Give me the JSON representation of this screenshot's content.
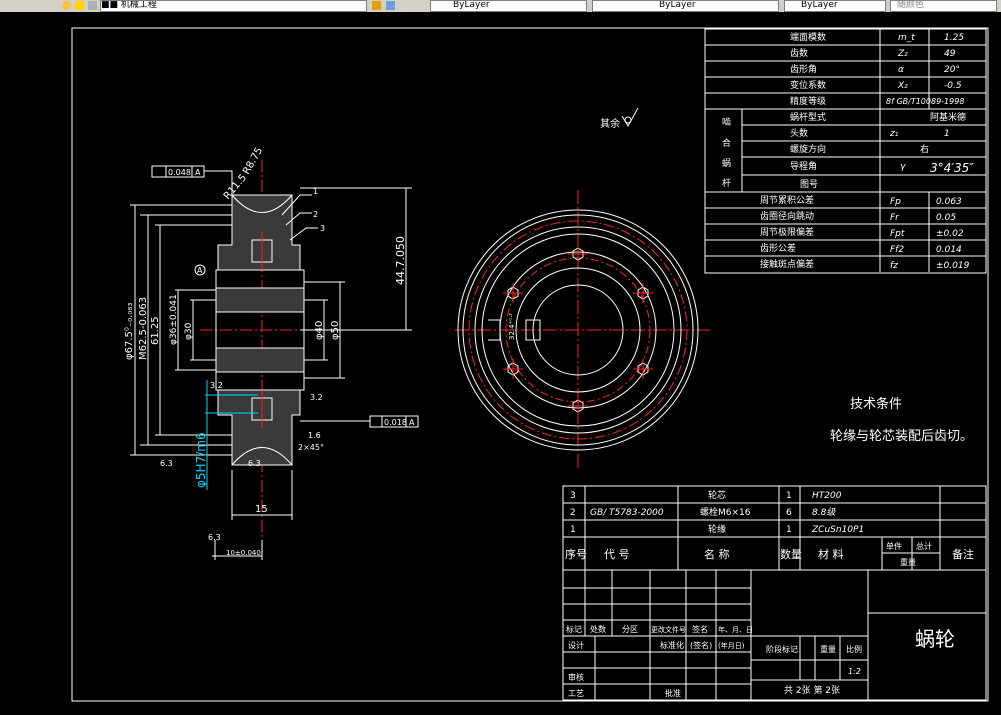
{
  "toolbar": {
    "layer_combo": "■■ 机械工程",
    "linetype_combo": "ByLayer",
    "lineweight_combo": "ByLayer",
    "color_combo": "ByLayer",
    "plot_combo": "随颜色"
  },
  "params": {
    "rows": [
      {
        "name": "端面模数",
        "sym": "m_t",
        "val": "1.25"
      },
      {
        "name": "齿数",
        "sym": "Z₂",
        "val": "49"
      },
      {
        "name": "齿形角",
        "sym": "α",
        "val": "20°"
      },
      {
        "name": "变位系数",
        "sym": "X₂",
        "val": "-0.5"
      },
      {
        "name": "精度等级",
        "sym": "",
        "val": "8f GB/T10089-1998"
      }
    ],
    "mesh_group": "啮合蜗杆",
    "mesh_chars": [
      "啮",
      "合",
      "蜗",
      "杆"
    ],
    "mesh_rows": [
      {
        "name": "蜗杆型式",
        "sym": "",
        "val": "阿基米德"
      },
      {
        "name": "头数",
        "sym": "z₁",
        "val": "1"
      },
      {
        "name": "螺旋方向",
        "sym": "",
        "val": "右"
      },
      {
        "name": "导程角",
        "sym": "γ",
        "val": "3°4′35″"
      },
      {
        "name": "图号",
        "sym": "",
        "val": ""
      }
    ],
    "tol_rows": [
      {
        "name": "周节累积公差",
        "sym": "Fp",
        "val": "0.063"
      },
      {
        "name": "齿圈径向跳动",
        "sym": "Fr",
        "val": "0.05"
      },
      {
        "name": "周节极限偏差",
        "sym": "Fpt",
        "val": "±0.02"
      },
      {
        "name": "齿形公差",
        "sym": "Ff2",
        "val": "0.014"
      },
      {
        "name": "接触斑点偏差",
        "sym": "fz",
        "val": "±0.019"
      }
    ]
  },
  "surface_note": "其余",
  "tech": {
    "title": "技术条件",
    "line": "轮缘与轮芯装配后齿切。"
  },
  "dims": {
    "gdt_top": "0.048",
    "gdt_top_datum": "A",
    "gdt_bottom": "0.018",
    "gdt_bottom_datum": "A",
    "datum_a": "A",
    "r_a": "R11.5",
    "r_b": "R8.75",
    "d_outer": "φ67.5⁰₋₀.₀₈₃",
    "d_m": "M62.5-0.063",
    "d_61": "61.25",
    "d_hub": "φ36±0.041",
    "d_30": "φ30",
    "d_40": "φ40",
    "d_50": "φ50",
    "d_44": "44.7.050",
    "d_bore": "φ5H7/m6",
    "d_15": "15",
    "d_kw": "10±0.040",
    "chamfer": "2×45°",
    "rough1": "6.3",
    "rough2": "3.2",
    "rough3": "6.3",
    "rough4": "6.3",
    "rough5": "3.2",
    "rough6": "1.6",
    "keyslot": "32.4⁺⁰·²",
    "leader1": "1",
    "leader2": "2",
    "leader3": "3"
  },
  "bom": {
    "rows": [
      {
        "no": "3",
        "code": "",
        "name": "轮芯",
        "qty": "1",
        "mat": "HT200"
      },
      {
        "no": "2",
        "code": "GB/ T5783-2000",
        "name": "螺栓M6×16",
        "qty": "6",
        "mat": "8.8级"
      },
      {
        "no": "1",
        "code": "",
        "name": "轮缘",
        "qty": "1",
        "mat": "ZCuSn10P1"
      }
    ],
    "header": {
      "no": "序号",
      "code": "代    号",
      "name": "名    称",
      "qty": "数量",
      "mat": "材    料",
      "single": "单件",
      "total": "总计",
      "weight": "重量",
      "remark": "备注"
    }
  },
  "title_block": {
    "part_name": "蜗轮",
    "labels": [
      "标记",
      "处数",
      "分区",
      "更改文件号",
      "签名",
      "年、月、日"
    ],
    "design": "设计",
    "standardize": "标准化",
    "sign": "(签名)",
    "date": "(年月日)",
    "stage": "阶段标记",
    "weight": "重量",
    "scale": "比例",
    "scale_val": "1:2",
    "review": "审核",
    "craft": "工艺",
    "approve": "批准",
    "sheets": "共  2张   第 2张"
  }
}
